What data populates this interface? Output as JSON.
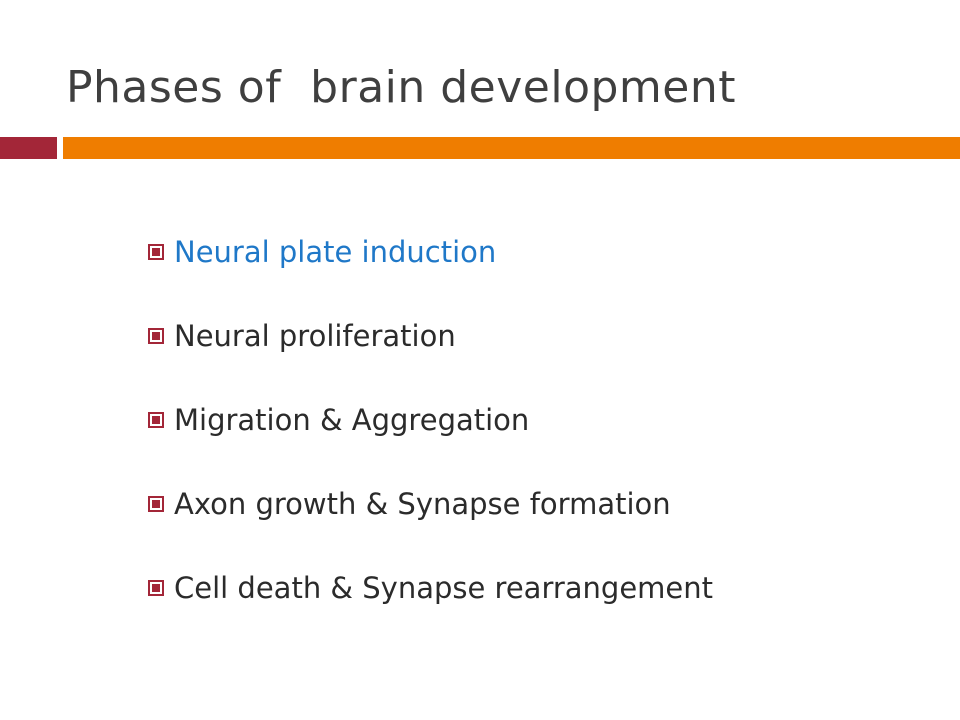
{
  "slide": {
    "title": "Phases of  brain development",
    "accent_colors": {
      "left_bar": "#a32638",
      "right_bar": "#ef7d00",
      "highlight_text": "#1f78c8",
      "bullet_marker": "#a32638"
    },
    "bullet_icon": "square-bullet-icon",
    "bullets": [
      {
        "text": "Neural plate induction",
        "highlighted": true
      },
      {
        "text": "Neural proliferation",
        "highlighted": false
      },
      {
        "text": "Migration & Aggregation",
        "highlighted": false
      },
      {
        "text": "Axon growth & Synapse formation",
        "highlighted": false
      },
      {
        "text": "Cell death & Synapse rearrangement",
        "highlighted": false
      }
    ]
  }
}
